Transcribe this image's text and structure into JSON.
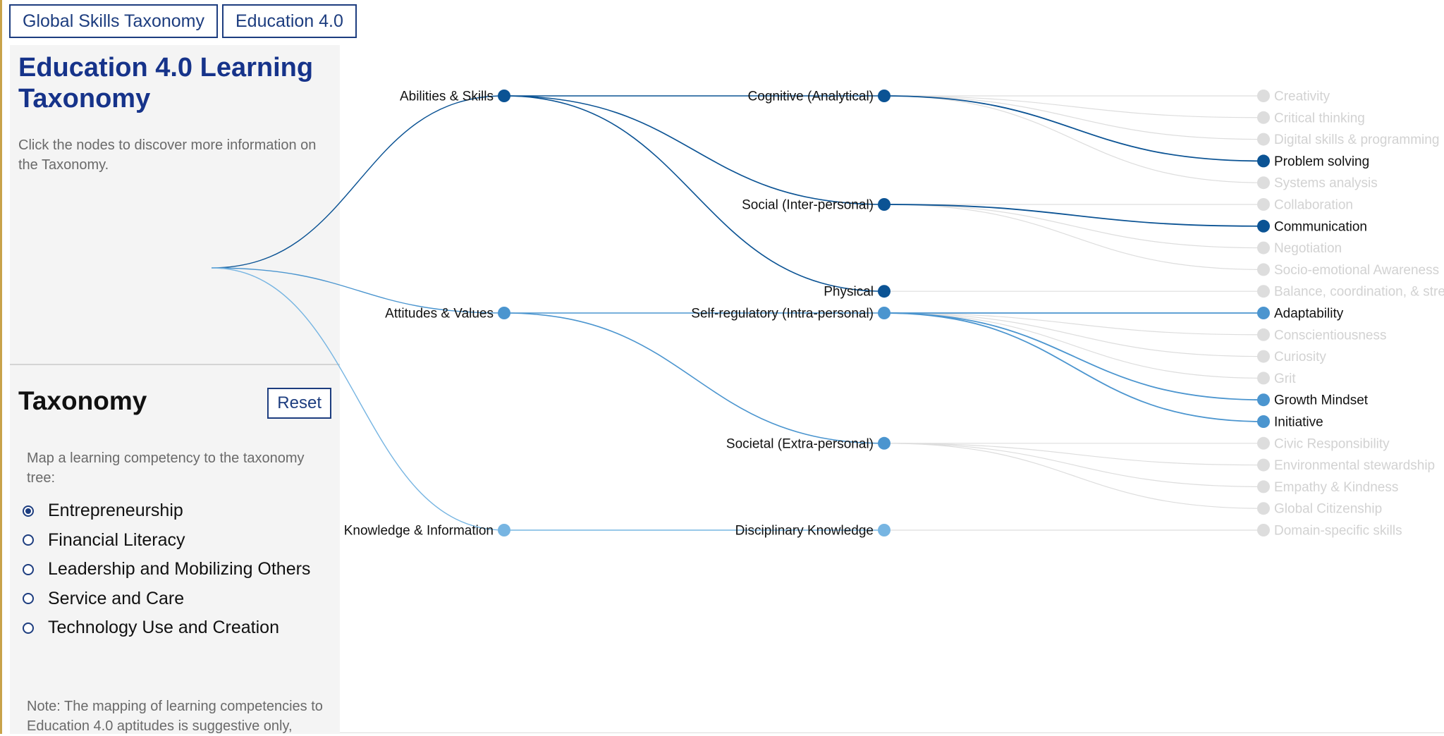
{
  "tabs": [
    {
      "label": "Global Skills Taxonomy"
    },
    {
      "label": "Education 4.0"
    }
  ],
  "info_panel": {
    "title": "Education 4.0 Learning Taxonomy",
    "description": "Click the nodes to discover more information on the Taxonomy."
  },
  "taxonomy_panel": {
    "title": "Taxonomy",
    "reset_label": "Reset",
    "instructions": "Map a learning competency to the taxonomy tree:",
    "options": [
      {
        "label": "Entrepreneurship",
        "checked": true
      },
      {
        "label": "Financial Literacy",
        "checked": false
      },
      {
        "label": "Leadership and Mobilizing Others",
        "checked": false
      },
      {
        "label": "Service and Care",
        "checked": false
      },
      {
        "label": "Technology Use and Creation",
        "checked": false
      }
    ],
    "note": "Note: The mapping of learning competencies to Education 4.0 aptitudes is suggestive only,"
  },
  "colors": {
    "brand": "#1d3d7f",
    "title": "#16338a",
    "abilities": "#0b5394",
    "attitudes": "#4b95cf",
    "knowledge": "#77b5e2",
    "inactive": "#dddddd",
    "inactive_text": "#d2d2d2"
  },
  "tree": {
    "level1": [
      {
        "id": "abilities",
        "label": "Abilities & Skills",
        "group": "abilities"
      },
      {
        "id": "attitudes",
        "label": "Attitudes & Values",
        "group": "attitudes"
      },
      {
        "id": "knowledge",
        "label": "Knowledge & Information",
        "group": "knowledge"
      }
    ],
    "level2": [
      {
        "id": "cognitive",
        "label": "Cognitive (Analytical)",
        "parent": "abilities",
        "group": "abilities"
      },
      {
        "id": "social",
        "label": "Social (Inter-personal)",
        "parent": "abilities",
        "group": "abilities"
      },
      {
        "id": "physical",
        "label": "Physical",
        "parent": "abilities",
        "group": "abilities"
      },
      {
        "id": "selfreg",
        "label": "Self-regulatory (Intra-personal)",
        "parent": "attitudes",
        "group": "attitudes"
      },
      {
        "id": "societal",
        "label": "Societal (Extra-personal)",
        "parent": "attitudes",
        "group": "attitudes"
      },
      {
        "id": "disciplinary",
        "label": "Disciplinary Knowledge",
        "parent": "knowledge",
        "group": "knowledge"
      }
    ],
    "level3": [
      {
        "label": "Creativity",
        "parent": "cognitive",
        "active": false
      },
      {
        "label": "Critical thinking",
        "parent": "cognitive",
        "active": false
      },
      {
        "label": "Digital skills & programming",
        "parent": "cognitive",
        "active": false
      },
      {
        "label": "Problem solving",
        "parent": "cognitive",
        "active": true
      },
      {
        "label": "Systems analysis",
        "parent": "cognitive",
        "active": false
      },
      {
        "label": "Collaboration",
        "parent": "social",
        "active": false
      },
      {
        "label": "Communication",
        "parent": "social",
        "active": true
      },
      {
        "label": "Negotiation",
        "parent": "social",
        "active": false
      },
      {
        "label": "Socio-emotional Awareness",
        "parent": "social",
        "active": false
      },
      {
        "label": "Balance, coordination, & stre",
        "parent": "physical",
        "active": false
      },
      {
        "label": "Adaptability",
        "parent": "selfreg",
        "active": true
      },
      {
        "label": "Conscientiousness",
        "parent": "selfreg",
        "active": false
      },
      {
        "label": "Curiosity",
        "parent": "selfreg",
        "active": false
      },
      {
        "label": "Grit",
        "parent": "selfreg",
        "active": false
      },
      {
        "label": "Growth Mindset",
        "parent": "selfreg",
        "active": true
      },
      {
        "label": "Initiative",
        "parent": "selfreg",
        "active": true
      },
      {
        "label": "Civic Responsibility",
        "parent": "societal",
        "active": false
      },
      {
        "label": "Environmental stewardship",
        "parent": "societal",
        "active": false
      },
      {
        "label": "Empathy & Kindness",
        "parent": "societal",
        "active": false
      },
      {
        "label": "Global Citizenship",
        "parent": "societal",
        "active": false
      },
      {
        "label": "Domain-specific skills",
        "parent": "disciplinary",
        "active": false
      }
    ]
  }
}
